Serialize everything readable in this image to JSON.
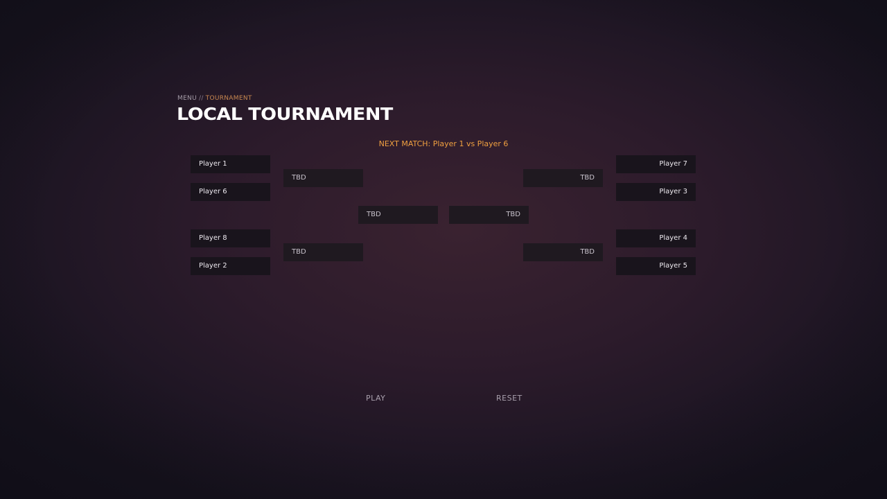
{
  "breadcrumb": {
    "root": "MENU",
    "separator": "//",
    "current": "TOURNAMENT"
  },
  "title": "LOCAL TOURNAMENT",
  "next_match": "NEXT MATCH: Player 1 vs Player 6",
  "bracket": {
    "left_round1": [
      "Player 1",
      "Player 6",
      "Player 8",
      "Player 2"
    ],
    "left_round2": [
      "TBD",
      "TBD"
    ],
    "left_semi": "TBD",
    "right_semi": "TBD",
    "right_round2": [
      "TBD",
      "TBD"
    ],
    "right_round1": [
      "Player 7",
      "Player 3",
      "Player 4",
      "Player 5"
    ]
  },
  "buttons": {
    "play": "PLAY",
    "reset": "RESET"
  },
  "colors": {
    "accent": "#f0a040",
    "breadcrumb_current": "#c98850",
    "slot_bg": "#19141c"
  }
}
